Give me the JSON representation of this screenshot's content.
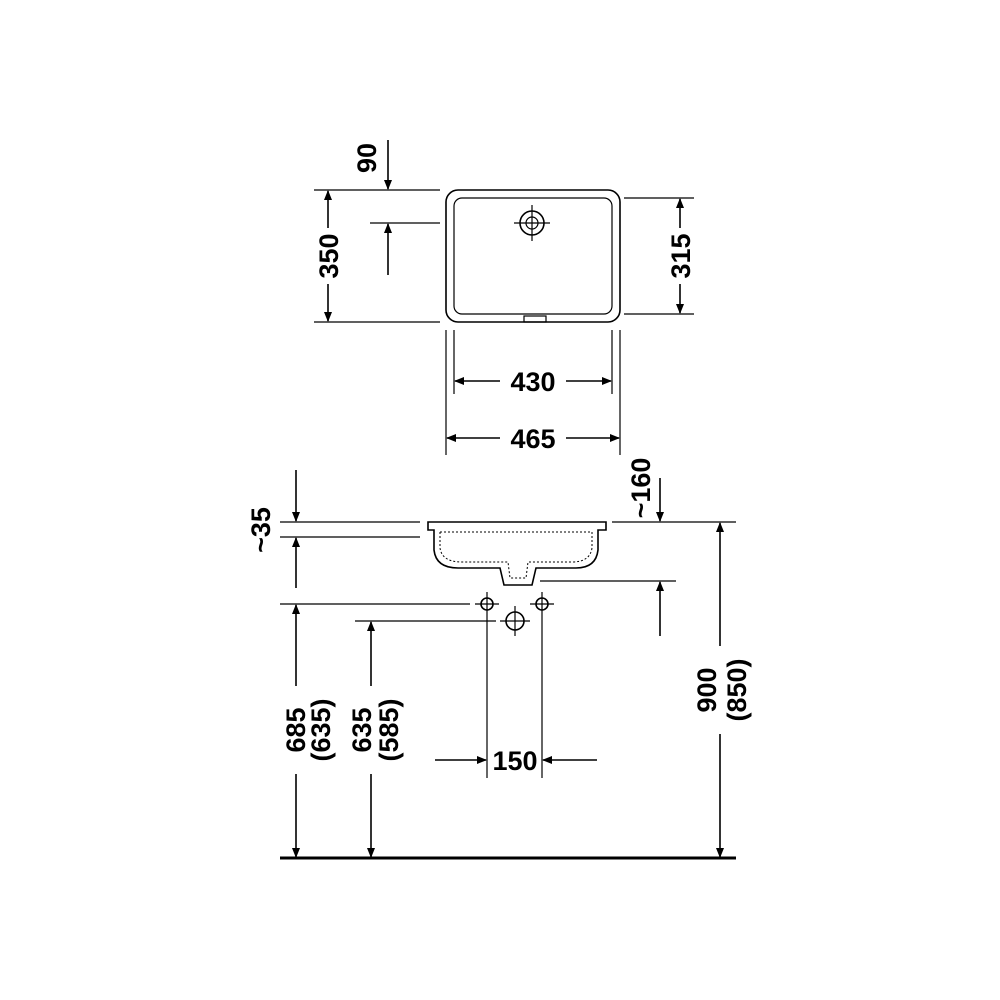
{
  "dimensions": {
    "top_offset": "90",
    "outer_depth": "350",
    "inner_depth": "315",
    "inner_width": "430",
    "outer_width": "465",
    "drain_offset": "~160",
    "rim_height": "~35",
    "height_total": "900",
    "height_total_alt": "(850)",
    "height_upper": "685",
    "height_upper_alt": "(635)",
    "height_lower": "635",
    "height_lower_alt": "(585)",
    "tap_spacing": "150"
  }
}
